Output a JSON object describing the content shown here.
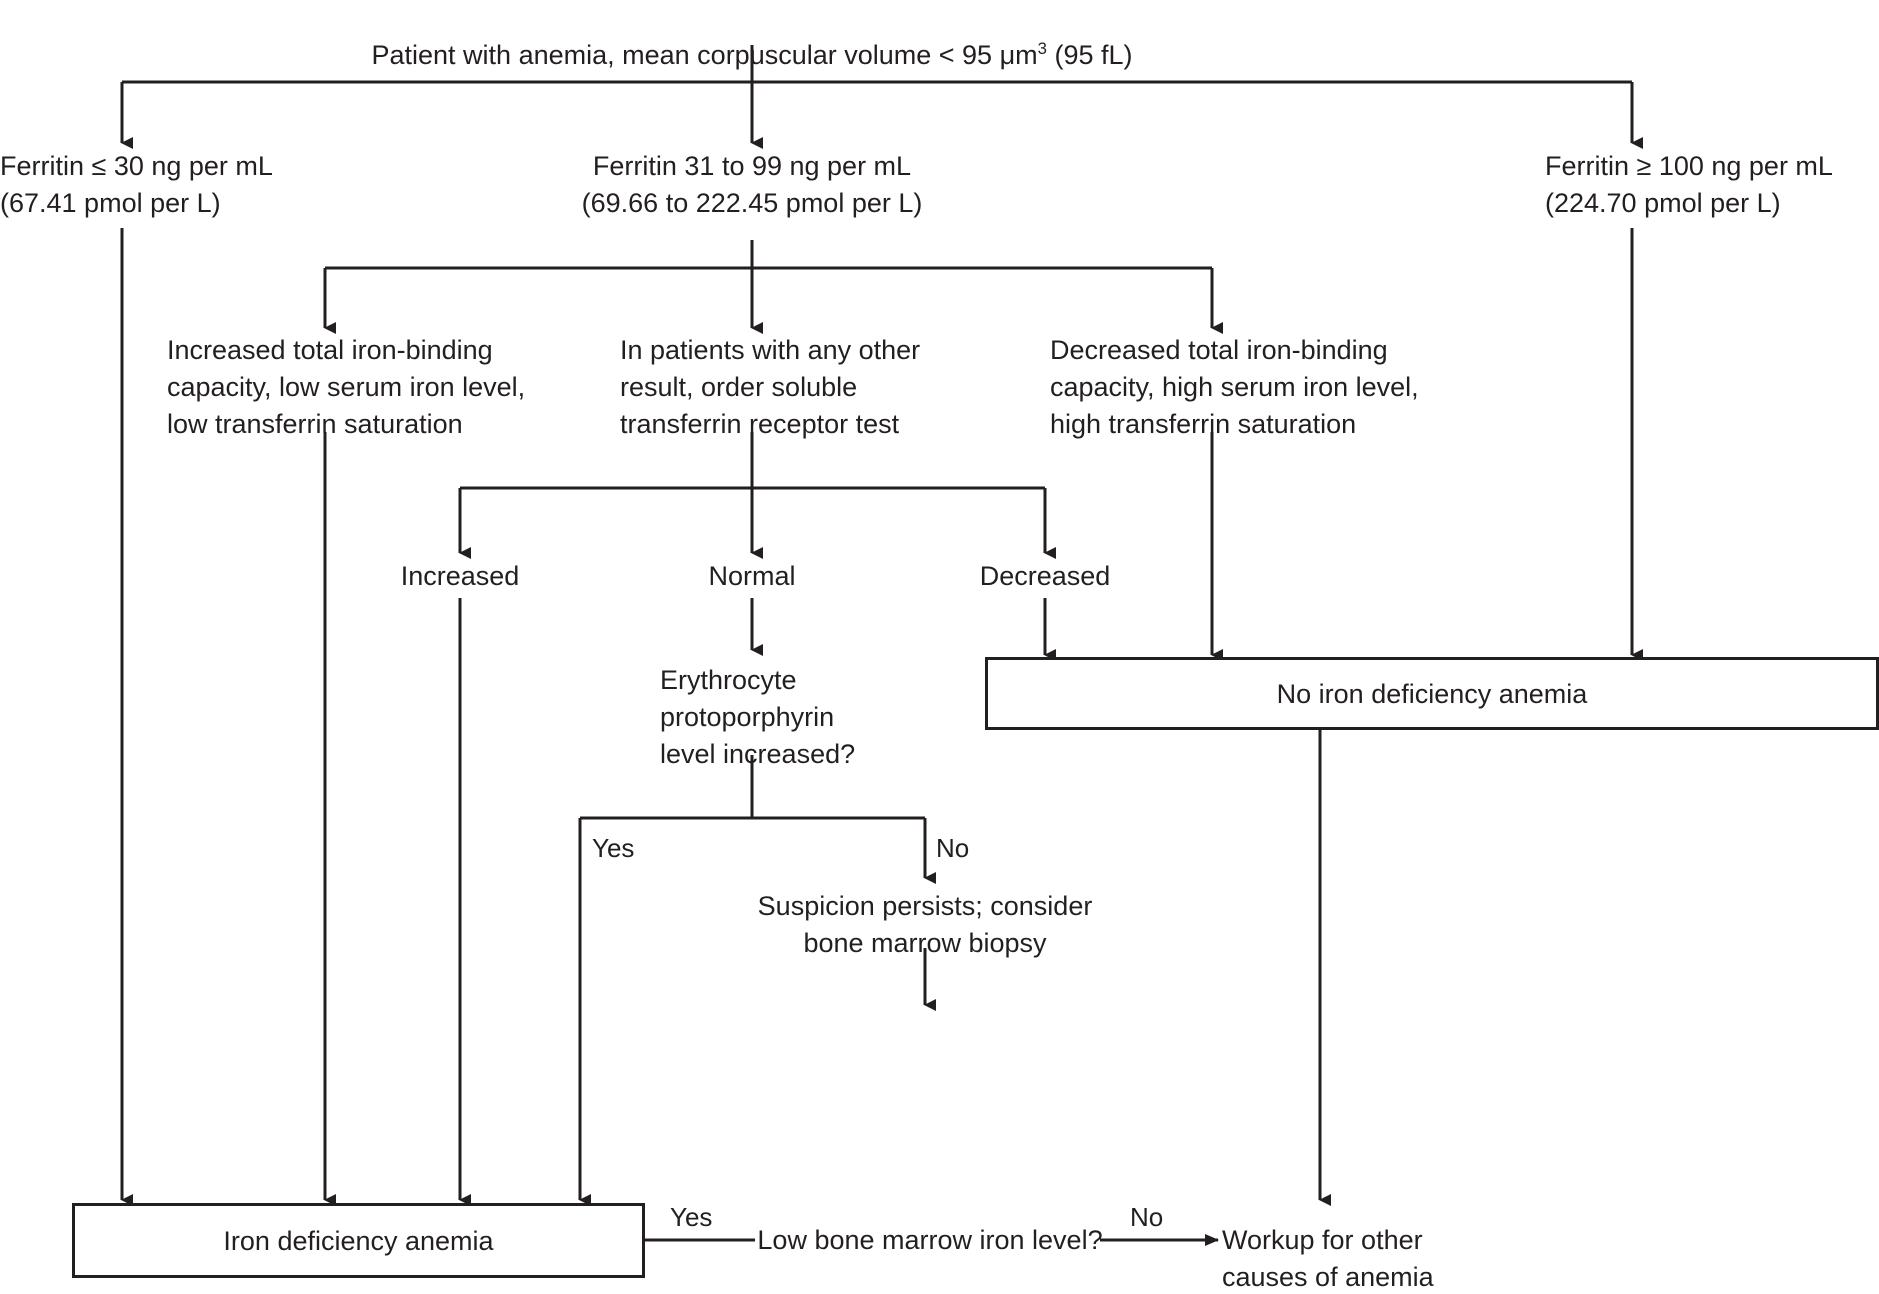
{
  "diagram": {
    "title": "Evaluation of microcytic anemia / iron deficiency algorithm",
    "type": "flowchart",
    "stroke_color": "#231f20",
    "background_color": "#ffffff"
  },
  "nodes": {
    "root": {
      "text_before_sup": "Patient with anemia, mean corpuscular volume < 95 μm",
      "sup": "3",
      "text_after_sup": " (95 fL)"
    },
    "ferritin_low": "Ferritin ≤ 30 ng per mL\n(67.41 pmol per L)",
    "ferritin_mid": "Ferritin 31 to 99 ng per mL\n(69.66 to 222.45 pmol per L)",
    "ferritin_high": "Ferritin ≥ 100 ng per mL\n(224.70 pmol per L)",
    "tibc_increased": "Increased total iron-binding\ncapacity, low serum iron level,\nlow transferrin saturation",
    "stfr_order": "In patients with any other\nresult, order soluble\ntransferrin receptor test",
    "tibc_decreased": "Decreased total iron-binding\ncapacity, high serum iron level,\nhigh transferrin saturation",
    "stfr_increased": "Increased",
    "stfr_normal": "Normal",
    "stfr_decreased": "Decreased",
    "epp_question": "Erythrocyte\nprotoporphyrin\nlevel increased?",
    "no_ida_box": "No iron deficiency anemia",
    "bone_marrow_biopsy": "Suspicion persists; consider\nbone marrow biopsy",
    "low_bone_marrow_iron": "Low bone marrow iron level?",
    "ida_box": "Iron deficiency anemia",
    "workup_other": "Workup for other\ncauses of anemia"
  },
  "edge_labels": {
    "epp_yes": "Yes",
    "epp_no": "No",
    "marrow_yes": "Yes",
    "marrow_no": "No"
  }
}
